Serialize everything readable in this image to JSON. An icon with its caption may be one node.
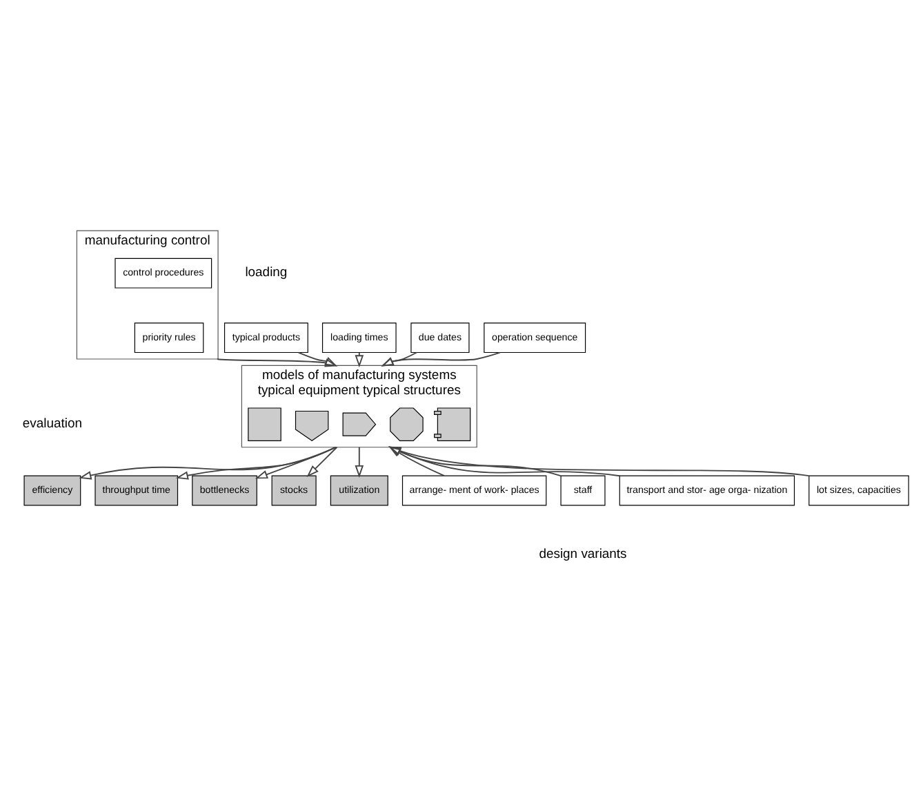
{
  "diagram": {
    "nodes": [
      {
        "text": [
          "manufacturing control"
        ]
      },
      {
        "text": [
          "control procedures"
        ],
        "in": 0
      },
      {
        "text": [
          "priority rules"
        ],
        "in": 0
      },
      {
        "text": [
          "typical products"
        ]
      },
      {
        "text": [
          "loading times"
        ]
      },
      {
        "text": [
          "due dates"
        ]
      },
      {
        "text": [
          "operation sequence"
        ]
      },
      {
        "text": [
          "models of manufacturing systems",
          "typical equipment typical structures"
        ]
      },
      {
        "text": [],
        "shape": "box",
        "in": 7
      },
      {
        "text": [],
        "shape": "pentagon",
        "in": 7
      },
      {
        "text": [],
        "shape": "pentagon",
        "in": 7
      },
      {
        "text": [],
        "shape": "octagon",
        "in": 7
      },
      {
        "text": [],
        "shape": "box",
        "in": 7
      },
      {
        "text": [
          "efficiency"
        ]
      },
      {
        "text": [
          "throughput time"
        ]
      },
      {
        "text": [
          "bottlenecks"
        ]
      },
      {
        "text": [
          "stocks"
        ]
      },
      {
        "text": [
          "utilization"
        ]
      },
      {
        "text": [
          "arrange- ment of work- places"
        ]
      },
      {
        "text": [
          "staff"
        ]
      },
      {
        "text": [
          "transport and stor- age orga- nization"
        ]
      },
      {
        "text": [
          "lot sizes, capacities"
        ]
      }
    ],
    "edges": [
      {
        "from": 0,
        "to": 7,
        "arrow": "to"
      },
      {
        "from": 3,
        "to": 7,
        "arrow": "to"
      },
      {
        "from": 4,
        "to": 7,
        "arrow": "to"
      },
      {
        "from": 5,
        "to": 7,
        "arrow": "to"
      },
      {
        "from": 6,
        "to": 7,
        "arrow": "to"
      },
      {
        "from": 7,
        "to": 13,
        "arrow": "to"
      },
      {
        "from": 7,
        "to": 14,
        "arrow": "to"
      },
      {
        "from": 7,
        "to": 15,
        "arrow": "to"
      },
      {
        "from": 7,
        "to": 16,
        "arrow": "to"
      },
      {
        "from": 7,
        "to": 17,
        "arrow": "to"
      },
      {
        "from": 18,
        "to": 7,
        "arrow": "to"
      },
      {
        "from": 19,
        "to": 7,
        "arrow": "to"
      },
      {
        "from": 20,
        "to": 7,
        "arrow": "to"
      },
      {
        "from": 21,
        "to": 7,
        "arrow": "to"
      }
    ],
    "labels": [
      "loading",
      "evaluation",
      "design variants"
    ]
  }
}
